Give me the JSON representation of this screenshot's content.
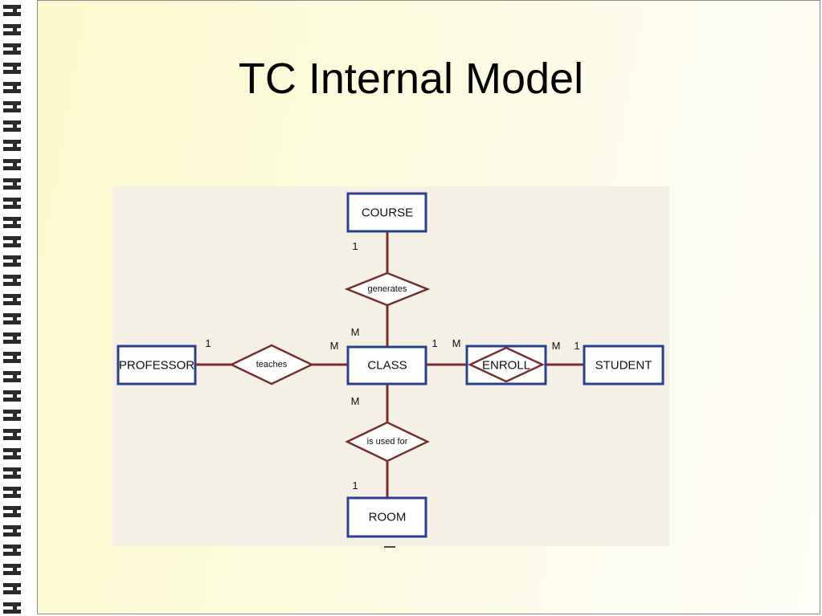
{
  "slide": {
    "title": "TC Internal Model"
  },
  "diagram": {
    "entities": {
      "course": "COURSE",
      "class": "CLASS",
      "professor": "PROFESSOR",
      "student": "STUDENT",
      "room": "ROOM",
      "enroll": "ENROLL"
    },
    "relationships": {
      "generates": "generates",
      "teaches": "teaches",
      "is_used_for": "is used for"
    },
    "cardinalities": {
      "course_generates": "1",
      "class_generates": "M",
      "professor_teaches": "1",
      "class_teaches": "M",
      "class_enroll": "1",
      "enroll_class": "M",
      "enroll_student": "M",
      "student_enroll": "1",
      "class_room": "M",
      "room_class": "1"
    },
    "colors": {
      "entity_border": "#2b3f8f",
      "connector": "#7a2e2e",
      "panel_background": "#f5f0e6"
    }
  }
}
